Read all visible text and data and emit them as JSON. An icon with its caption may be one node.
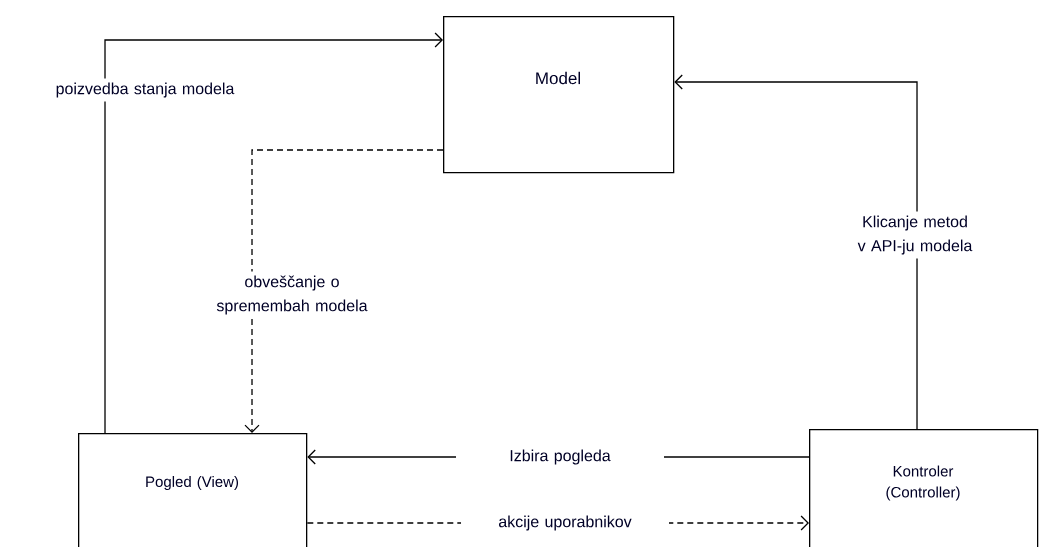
{
  "diagram": {
    "nodes": [
      {
        "text": [
          "Model"
        ]
      },
      {
        "text": [
          "Pogled (View)"
        ]
      },
      {
        "text": [
          "Kontroler (Controller)"
        ]
      }
    ],
    "edges": [
      {
        "from": 1,
        "to": 0,
        "arrow": "to",
        "label": "poizvedba stanja modela"
      },
      {
        "from": 0,
        "to": 1,
        "arrow": "to",
        "label": "obveščanje o spremembah modela",
        "style": "dashed"
      },
      {
        "from": 2,
        "to": 0,
        "arrow": "to",
        "label": "Klicanje metod v API-ju modela"
      },
      {
        "from": 2,
        "to": 1,
        "arrow": "to",
        "label": "Izbira pogleda"
      },
      {
        "from": 1,
        "to": 2,
        "arrow": "to",
        "label": "akcije uporabnikov",
        "style": "dashed"
      }
    ]
  }
}
